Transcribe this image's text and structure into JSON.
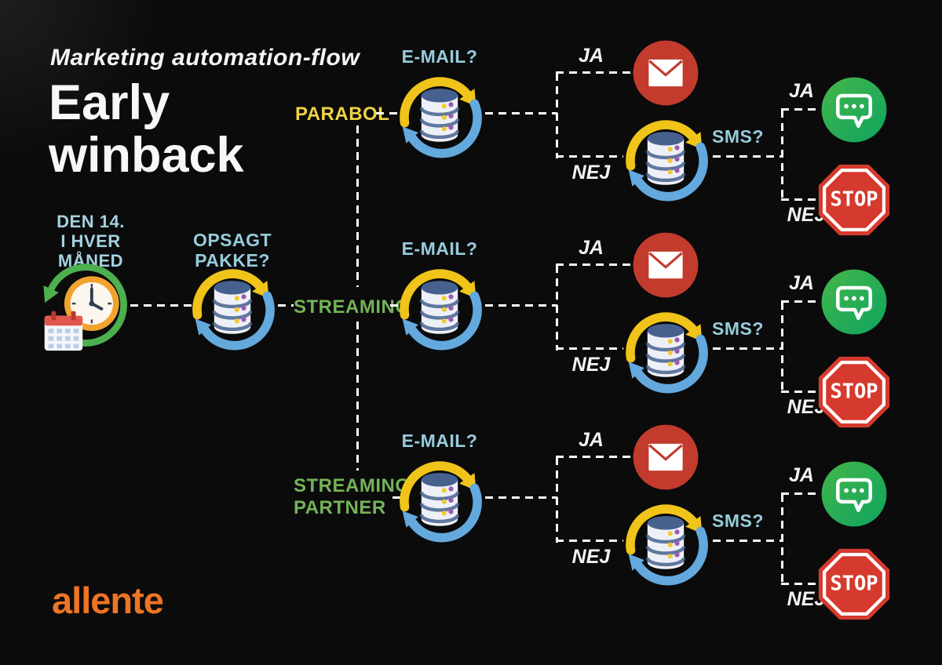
{
  "header": {
    "subtitle": "Marketing automation-flow",
    "title": "Early winback"
  },
  "brand": {
    "logo_text": "allente",
    "logo_color": "#ee7524"
  },
  "colors": {
    "background": "#0b0b0c",
    "question_text": "#96ccdb",
    "parabol_label": "#f0d442",
    "streaming_label": "#74b457",
    "connector": "#ffffff",
    "email_node_red": "#c23b2c",
    "sms_node_green_gradient": [
      "#45b649",
      "#0ea45f"
    ],
    "stop_node_red": "#d63a2e",
    "db_cylinder_blue": "#47618e",
    "sync_arrow_yellow": "#f0c419",
    "sync_arrow_blue": "#64a9dd"
  },
  "icons": {
    "start": "calendar-clock-icon",
    "decision": "database-sync-icon",
    "email": "email-envelope-icon",
    "sms": "sms-chat-icon",
    "stop": "stop-sign-icon"
  },
  "start": {
    "schedule_label": "DEN 14.\nI HVER\nMÅNED",
    "decision_label": "OPSAGT\nPAKKE?"
  },
  "branches": [
    {
      "name": "PARABOL",
      "email_question": "E-MAIL?",
      "email_yes": "JA",
      "email_no": "NEJ",
      "sms_question": "SMS?",
      "sms_yes": "JA",
      "sms_no": "NEJ",
      "stop_label": "STOP"
    },
    {
      "name": "STREAMING",
      "email_question": "E-MAIL?",
      "email_yes": "JA",
      "email_no": "NEJ",
      "sms_question": "SMS?",
      "sms_yes": "JA",
      "sms_no": "NEJ",
      "stop_label": "STOP"
    },
    {
      "name": "STREAMING\nPARTNER",
      "email_question": "E-MAIL?",
      "email_yes": "JA",
      "email_no": "NEJ",
      "sms_question": "SMS?",
      "sms_yes": "JA",
      "sms_no": "NEJ",
      "stop_label": "STOP"
    }
  ]
}
